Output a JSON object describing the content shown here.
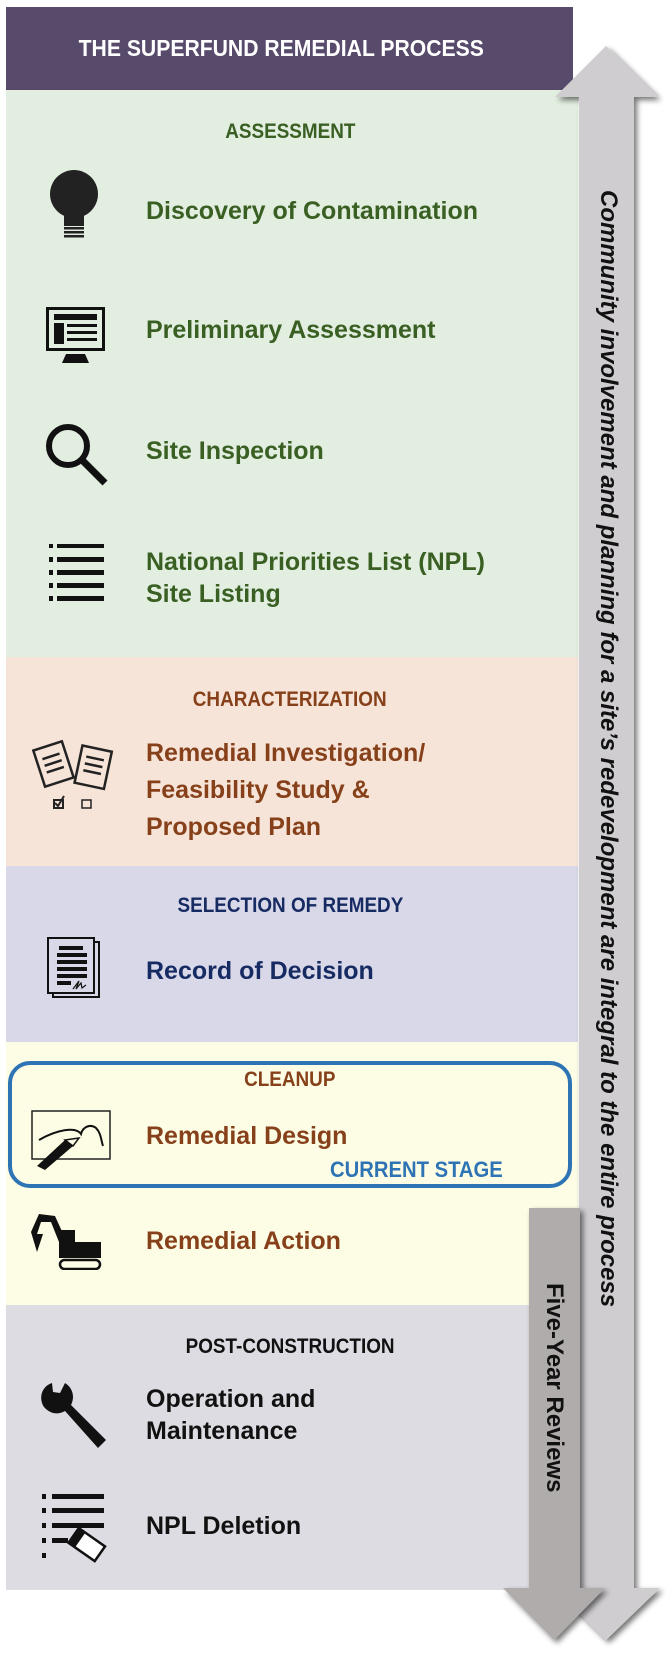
{
  "title": "THE SUPERFUND REMEDIAL PROCESS",
  "phases": [
    {
      "name": "ASSESSMENT",
      "color": "#3a5f23",
      "bg": "#e2eee0",
      "steps": [
        {
          "label": "Discovery of Contamination",
          "icon": "lightbulb-icon"
        },
        {
          "label": "Preliminary Assessment",
          "icon": "computer-monitor-icon"
        },
        {
          "label": "Site Inspection",
          "icon": "magnifier-icon"
        },
        {
          "label_line1": "National Priorities List (NPL)",
          "label_line2": "Site Listing",
          "icon": "list-icon"
        }
      ]
    },
    {
      "name": "CHARACTERIZATION",
      "color": "#86401a",
      "bg": "#f7e4d8",
      "steps": [
        {
          "label_line1": "Remedial Investigation/",
          "label_line2": "Feasibility Study &",
          "label_line3": "Proposed Plan",
          "icon": "documents-checkbox-icon"
        }
      ]
    },
    {
      "name": "SELECTION OF REMEDY",
      "color": "#172b63",
      "bg": "#d9d8e8",
      "steps": [
        {
          "label": "Record of Decision",
          "icon": "signed-document-icon"
        }
      ]
    },
    {
      "name": "CLEANUP",
      "color": "#86401a",
      "bg": "#fdfce4",
      "steps": [
        {
          "label": "Remedial Design",
          "icon": "pencil-drawing-icon"
        },
        {
          "label": "Remedial Action",
          "icon": "excavator-icon"
        }
      ]
    },
    {
      "name": "POST-CONSTRUCTION",
      "color": "#111111",
      "bg": "#dddce2",
      "steps": [
        {
          "label_line1": "Operation and",
          "label_line2": "Maintenance",
          "icon": "wrench-icon"
        },
        {
          "label": "NPL Deletion",
          "icon": "list-eraser-icon"
        }
      ]
    }
  ],
  "current_stage": {
    "label": "CURRENT STAGE",
    "color": "#2e74b5"
  },
  "side_arrows": {
    "community": "Community involvement and planning for a site’s redevelopment are integral to the entire process",
    "five_year": "Five-Year Reviews"
  }
}
